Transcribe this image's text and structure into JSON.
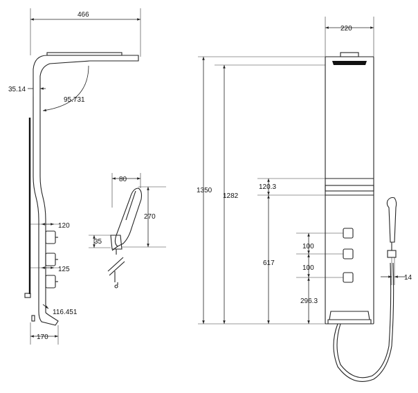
{
  "dimensions": {
    "width_total": "466",
    "wall_offset": "35.14",
    "head_angle": "95.731",
    "knob_spacing_1": "120",
    "knob_spacing_2": "125",
    "base_angle": "116.451",
    "base_depth": "170",
    "hand_width": "80",
    "hand_height": "270",
    "hand_angle": "35",
    "panel_width": "220",
    "panel_height_total": "1350",
    "panel_height_inner": "1282",
    "head_section": "120.3",
    "valve_span": "617",
    "valve_gap_1": "100",
    "valve_gap_2": "100",
    "valve_bottom": "296.3",
    "hose_offset": "14"
  },
  "colors": {
    "line": "#222222",
    "dark": "#111111"
  }
}
